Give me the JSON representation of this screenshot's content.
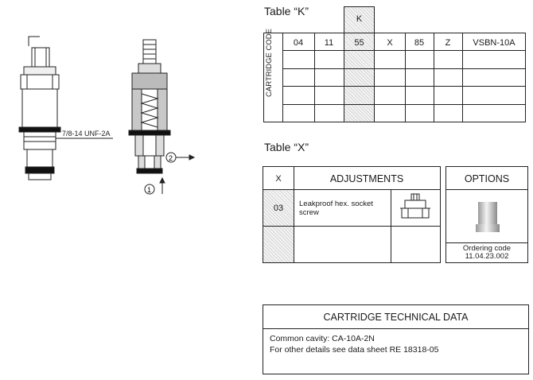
{
  "table_k": {
    "title": "Table “K”",
    "highlight_header": "K",
    "row_label": "CARTRIDGE CODE",
    "columns": [
      "04",
      "11",
      "55",
      "X",
      "85",
      "Z",
      "VSBN-10A"
    ]
  },
  "table_x": {
    "title": "Table “X”",
    "col_x": "X",
    "col_adjust": "ADJUSTMENTS",
    "row_code": "03",
    "row_desc": "Leakproof hex. socket screw"
  },
  "options": {
    "header": "OPTIONS",
    "ordering_label": "Ordering code",
    "ordering_code": "11.04.23.002"
  },
  "technical": {
    "header": "CARTRIDGE TECHNICAL DATA",
    "line1": "Common cavity: CA-10A-2N",
    "line2": "For other details see data sheet RE 18318-05"
  },
  "drawing": {
    "thread_label": "7/8-14 UNF-2A",
    "port_1": "1",
    "port_2": "2"
  }
}
